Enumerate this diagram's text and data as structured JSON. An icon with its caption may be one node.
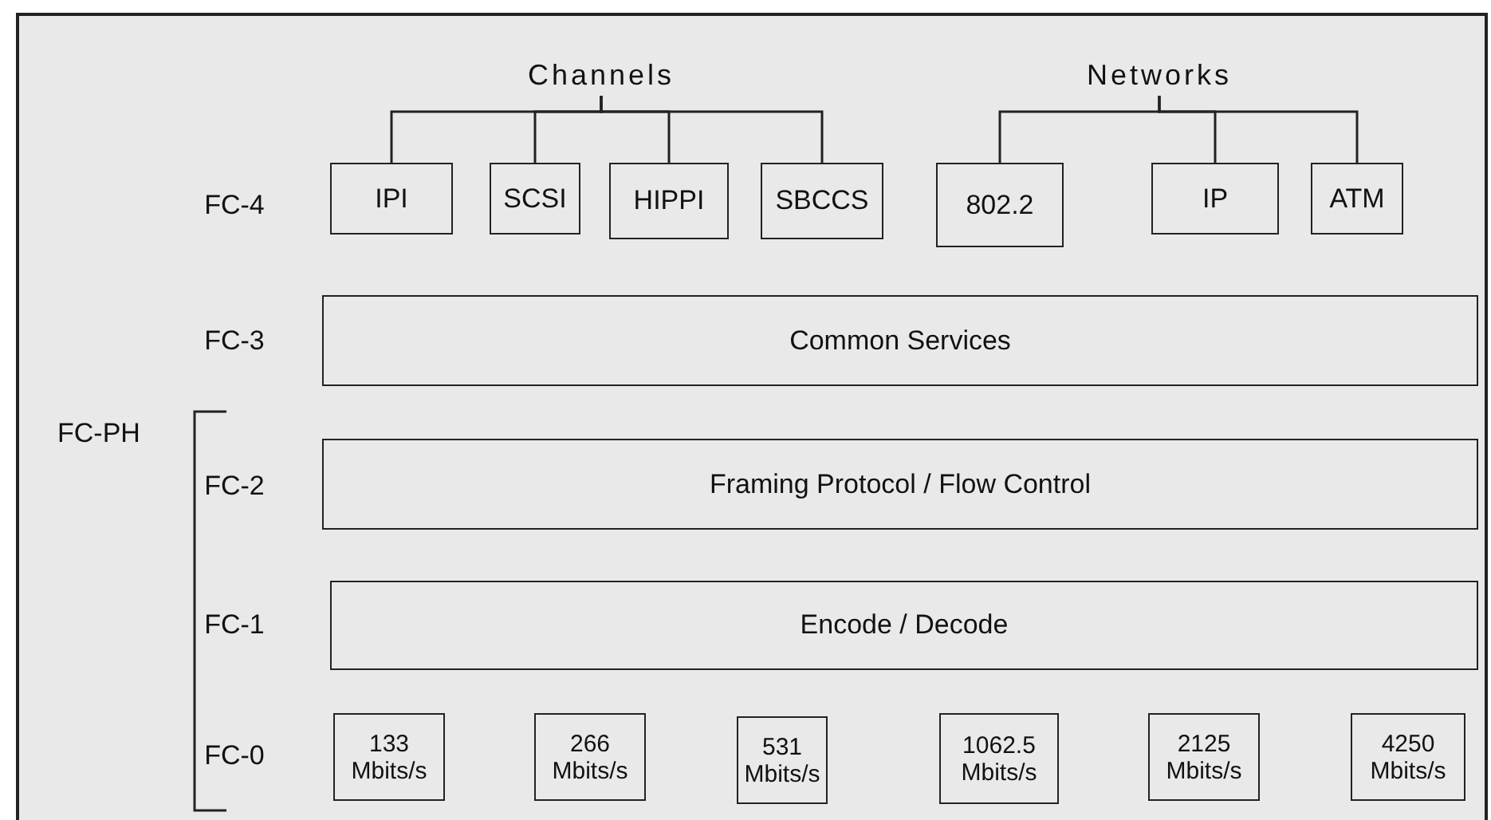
{
  "diagram": {
    "nodes": [
      {
        "text": [
          "Channels"
        ]
      },
      {
        "text": [
          "Networks"
        ]
      },
      {
        "text": [
          "IPI"
        ]
      },
      {
        "text": [
          "SCSI"
        ]
      },
      {
        "text": [
          "HIPPI"
        ]
      },
      {
        "text": [
          "SBCCS"
        ]
      },
      {
        "text": [
          "802.2"
        ]
      },
      {
        "text": [
          "IP"
        ]
      },
      {
        "text": [
          "ATM"
        ]
      },
      {
        "text": [
          "Common Services"
        ]
      },
      {
        "text": [
          "Framing Protocol / Flow Control"
        ]
      },
      {
        "text": [
          "Encode / Decode"
        ]
      },
      {
        "text": [
          "133 Mbits/s"
        ]
      },
      {
        "text": [
          "266 Mbits/s"
        ]
      },
      {
        "text": [
          "531 Mbits/s"
        ]
      },
      {
        "text": [
          "1062.5 Mbits/s"
        ]
      },
      {
        "text": [
          "2125 Mbits/s"
        ]
      },
      {
        "text": [
          "4250 Mbits/s"
        ]
      }
    ],
    "edges": [
      {
        "from": 0,
        "to": 2,
        "arrow": "none"
      },
      {
        "from": 0,
        "to": 3,
        "arrow": "none"
      },
      {
        "from": 0,
        "to": 4,
        "arrow": "none"
      },
      {
        "from": 0,
        "to": 5,
        "arrow": "none"
      },
      {
        "from": 1,
        "to": 6,
        "arrow": "none"
      },
      {
        "from": 1,
        "to": 7,
        "arrow": "none"
      },
      {
        "from": 1,
        "to": 8,
        "arrow": "none"
      }
    ],
    "labels": [
      "FC-4",
      "FC-3",
      "FC-2",
      "FC-PH",
      "FC-1",
      "FC-0"
    ]
  }
}
